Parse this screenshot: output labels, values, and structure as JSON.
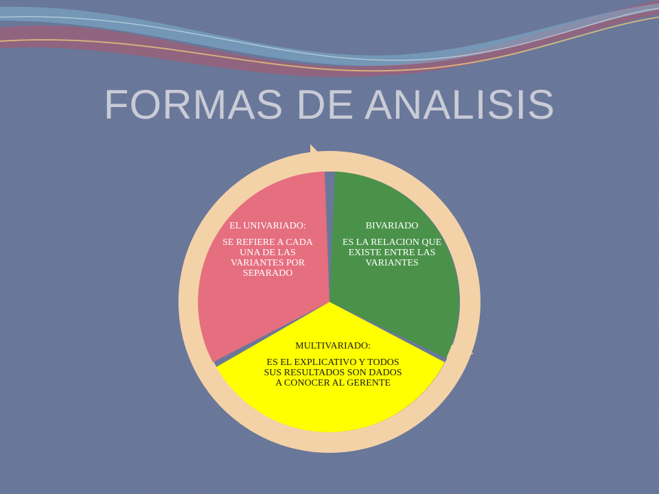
{
  "slide": {
    "title": "FORMAS DE ANALISIS"
  },
  "cycle": {
    "segments": [
      {
        "key": "bivariado",
        "heading": "BIVARIADO",
        "body": "ES  LA RELACION QUE EXISTE ENTRE LAS VARIANTES",
        "color": "#4a9249"
      },
      {
        "key": "multivariado",
        "heading": "MULTIVARIADO:",
        "body": "ES EL EXPLICATIVO Y TODOS SUS RESULTADOS SON DADOS A CONOCER AL GERENTE",
        "color": "#ffff00"
      },
      {
        "key": "univariado",
        "heading": "EL UNIVARIADO:",
        "body": "SE REFIERE A CADA UNA DE LAS VARIANTES POR SEPARADO",
        "color": "#e56e7f"
      }
    ],
    "ring_color": "#f4d2a8",
    "background_color": "#69779a"
  }
}
